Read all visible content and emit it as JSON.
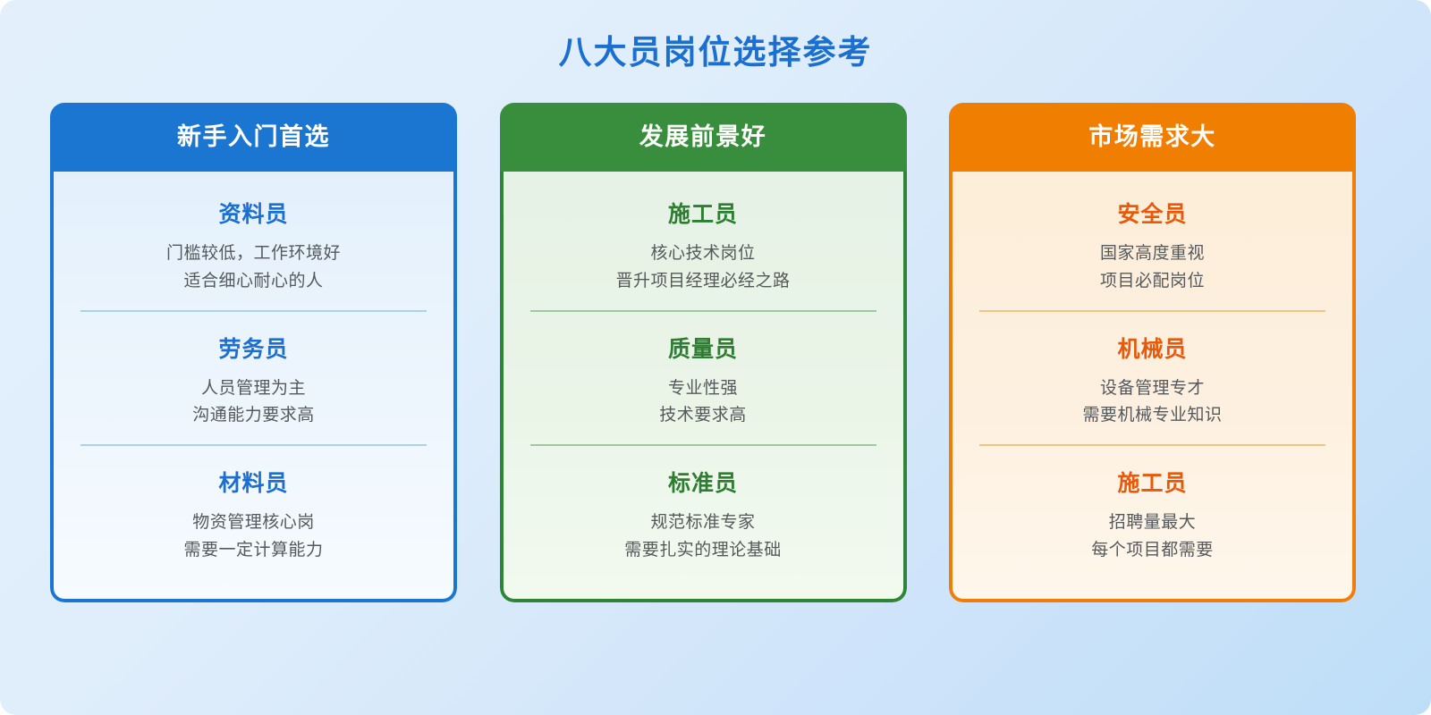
{
  "page": {
    "title": "八大员岗位选择参考"
  },
  "cards": [
    {
      "header": "新手入门首选",
      "accent": "#1b76d2",
      "entries": [
        {
          "title": "资料员",
          "line1": "门槛较低，工作环境好",
          "line2": "适合细心耐心的人"
        },
        {
          "title": "劳务员",
          "line1": "人员管理为主",
          "line2": "沟通能力要求高"
        },
        {
          "title": "材料员",
          "line1": "物资管理核心岗",
          "line2": "需要一定计算能力"
        }
      ]
    },
    {
      "header": "发展前景好",
      "accent": "#388e3c",
      "entries": [
        {
          "title": "施工员",
          "line1": "核心技术岗位",
          "line2": "晋升项目经理必经之路"
        },
        {
          "title": "质量员",
          "line1": "专业性强",
          "line2": "技术要求高"
        },
        {
          "title": "标准员",
          "line1": "规范标准专家",
          "line2": "需要扎实的理论基础"
        }
      ]
    },
    {
      "header": "市场需求大",
      "accent": "#f07e00",
      "entries": [
        {
          "title": "安全员",
          "line1": "国家高度重视",
          "line2": "项目必配岗位"
        },
        {
          "title": "机械员",
          "line1": "设备管理专才",
          "line2": "需要机械专业知识"
        },
        {
          "title": "施工员",
          "line1": "招聘量最大",
          "line2": "每个项目都需要"
        }
      ]
    }
  ]
}
